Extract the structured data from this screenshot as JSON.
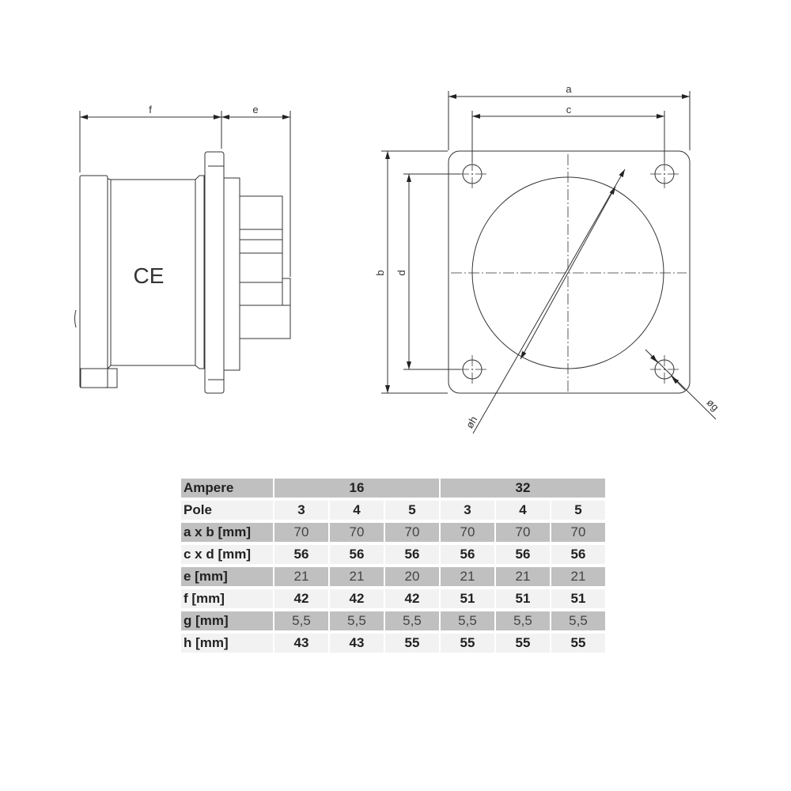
{
  "drawing": {
    "side_view": {
      "dim_f": "f",
      "dim_e": "e",
      "mark": "CE"
    },
    "front_view": {
      "dim_a": "a",
      "dim_b": "b",
      "dim_c": "c",
      "dim_d": "d",
      "dim_h": "øh",
      "dim_g": "øg"
    }
  },
  "table": {
    "ampere_label": "Ampere",
    "ampere_groups": [
      "16",
      "32"
    ],
    "pole_label": "Pole",
    "poles": [
      "3",
      "4",
      "5",
      "3",
      "4",
      "5"
    ],
    "rows": [
      {
        "label": "a x b [mm]",
        "values": [
          "70",
          "70",
          "70",
          "70",
          "70",
          "70"
        ],
        "bold": false
      },
      {
        "label": "c x d [mm]",
        "values": [
          "56",
          "56",
          "56",
          "56",
          "56",
          "56"
        ],
        "bold": true
      },
      {
        "label": "e [mm]",
        "values": [
          "21",
          "21",
          "20",
          "21",
          "21",
          "21"
        ],
        "bold": false
      },
      {
        "label": "f [mm]",
        "values": [
          "42",
          "42",
          "42",
          "51",
          "51",
          "51"
        ],
        "bold": true
      },
      {
        "label": "g [mm]",
        "values": [
          "5,5",
          "5,5",
          "5,5",
          "5,5",
          "5,5",
          "5,5"
        ],
        "bold": false
      },
      {
        "label": "h [mm]",
        "values": [
          "43",
          "43",
          "55",
          "55",
          "55",
          "55"
        ],
        "bold": true
      }
    ]
  }
}
